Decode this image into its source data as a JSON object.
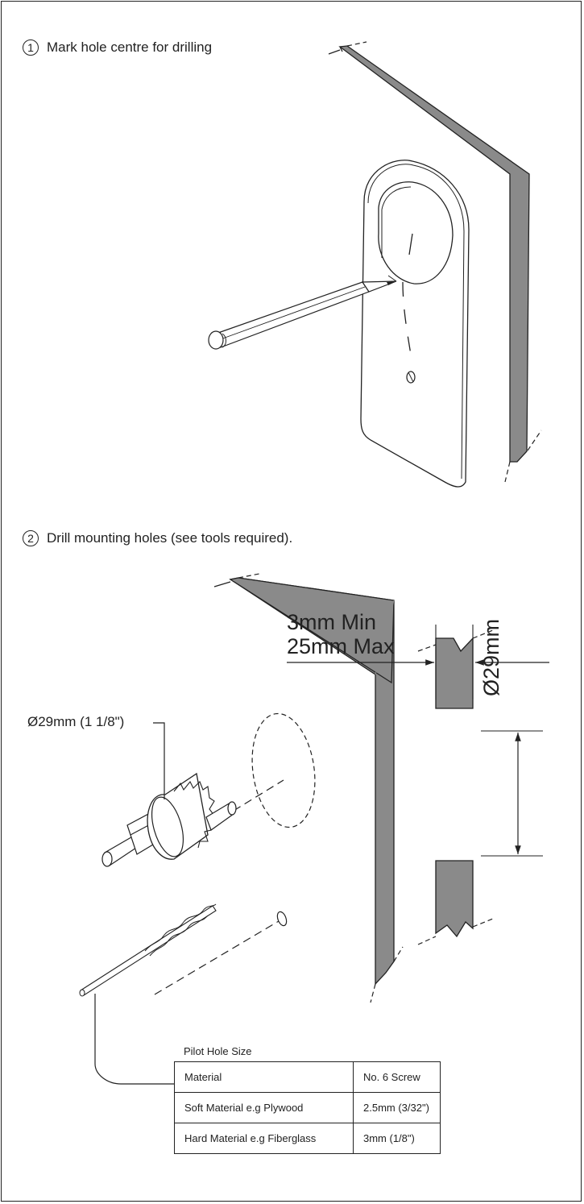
{
  "steps": [
    {
      "number": "1",
      "text": "Mark hole centre for drilling"
    },
    {
      "number": "2",
      "text": "Drill mounting holes (see tools required)."
    }
  ],
  "dimensions": {
    "thickness_min": "3mm Min",
    "thickness_max": "25mm Max",
    "hole_diameter": "Ø29mm"
  },
  "callouts": {
    "hole_saw": "Ø29mm (1 1/8\")"
  },
  "pilot_table": {
    "title": "Pilot Hole Size",
    "headers": [
      "Material",
      "No. 6 Screw"
    ],
    "rows": [
      [
        "Soft Material e.g Plywood",
        "2.5mm (3/32\")"
      ],
      [
        "Hard Material e.g Fiberglass",
        "3mm (1/8\")"
      ]
    ]
  }
}
